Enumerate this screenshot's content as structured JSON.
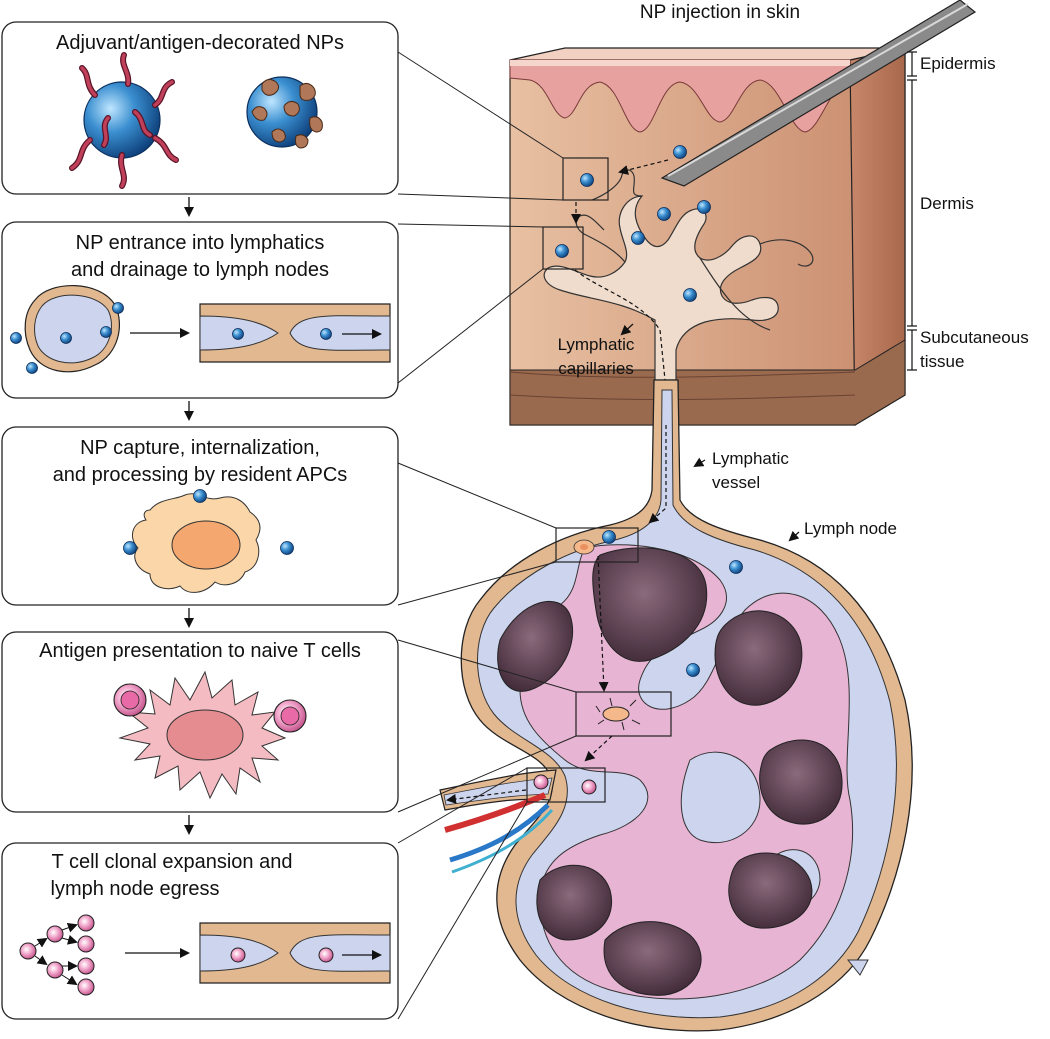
{
  "panels": [
    {
      "title_lines": [
        "Adjuvant/antigen-decorated NPs"
      ]
    },
    {
      "title_lines": [
        "NP entrance into lymphatics",
        "and drainage to lymph nodes"
      ]
    },
    {
      "title_lines": [
        "NP capture, internalization,",
        "and processing by resident APCs"
      ]
    },
    {
      "title_lines": [
        "Antigen presentation to naive T cells"
      ]
    },
    {
      "title_lines": [
        "T cell clonal expansion and",
        "lymph node egress"
      ]
    }
  ],
  "labels": {
    "injection": "NP injection in skin",
    "epidermis": "Epidermis",
    "dermis": "Dermis",
    "subcutaneous_1": "Subcutaneous",
    "subcutaneous_2": "tissue",
    "lymphatic_capillaries_1": "Lymphatic",
    "lymphatic_capillaries_2": "capillaries",
    "lymphatic_vessel_1": "Lymphatic",
    "lymphatic_vessel_2": "vessel",
    "lymph_node": "Lymph node"
  },
  "colors": {
    "skin": "#d9a988",
    "epidermis": "#f0c8b8",
    "subcutaneous": "#9a6a4e",
    "vessel_wall": "#e2b890",
    "lymph": "#c8d2ec",
    "medulla": "#e8b4d4",
    "follicle": "#4a3242",
    "np_blue": "#2f7fc0",
    "antigen": "#b07858",
    "adjuvant": "#a0304a",
    "apc": "#f4b88a",
    "tcell": "#e89ac0"
  }
}
